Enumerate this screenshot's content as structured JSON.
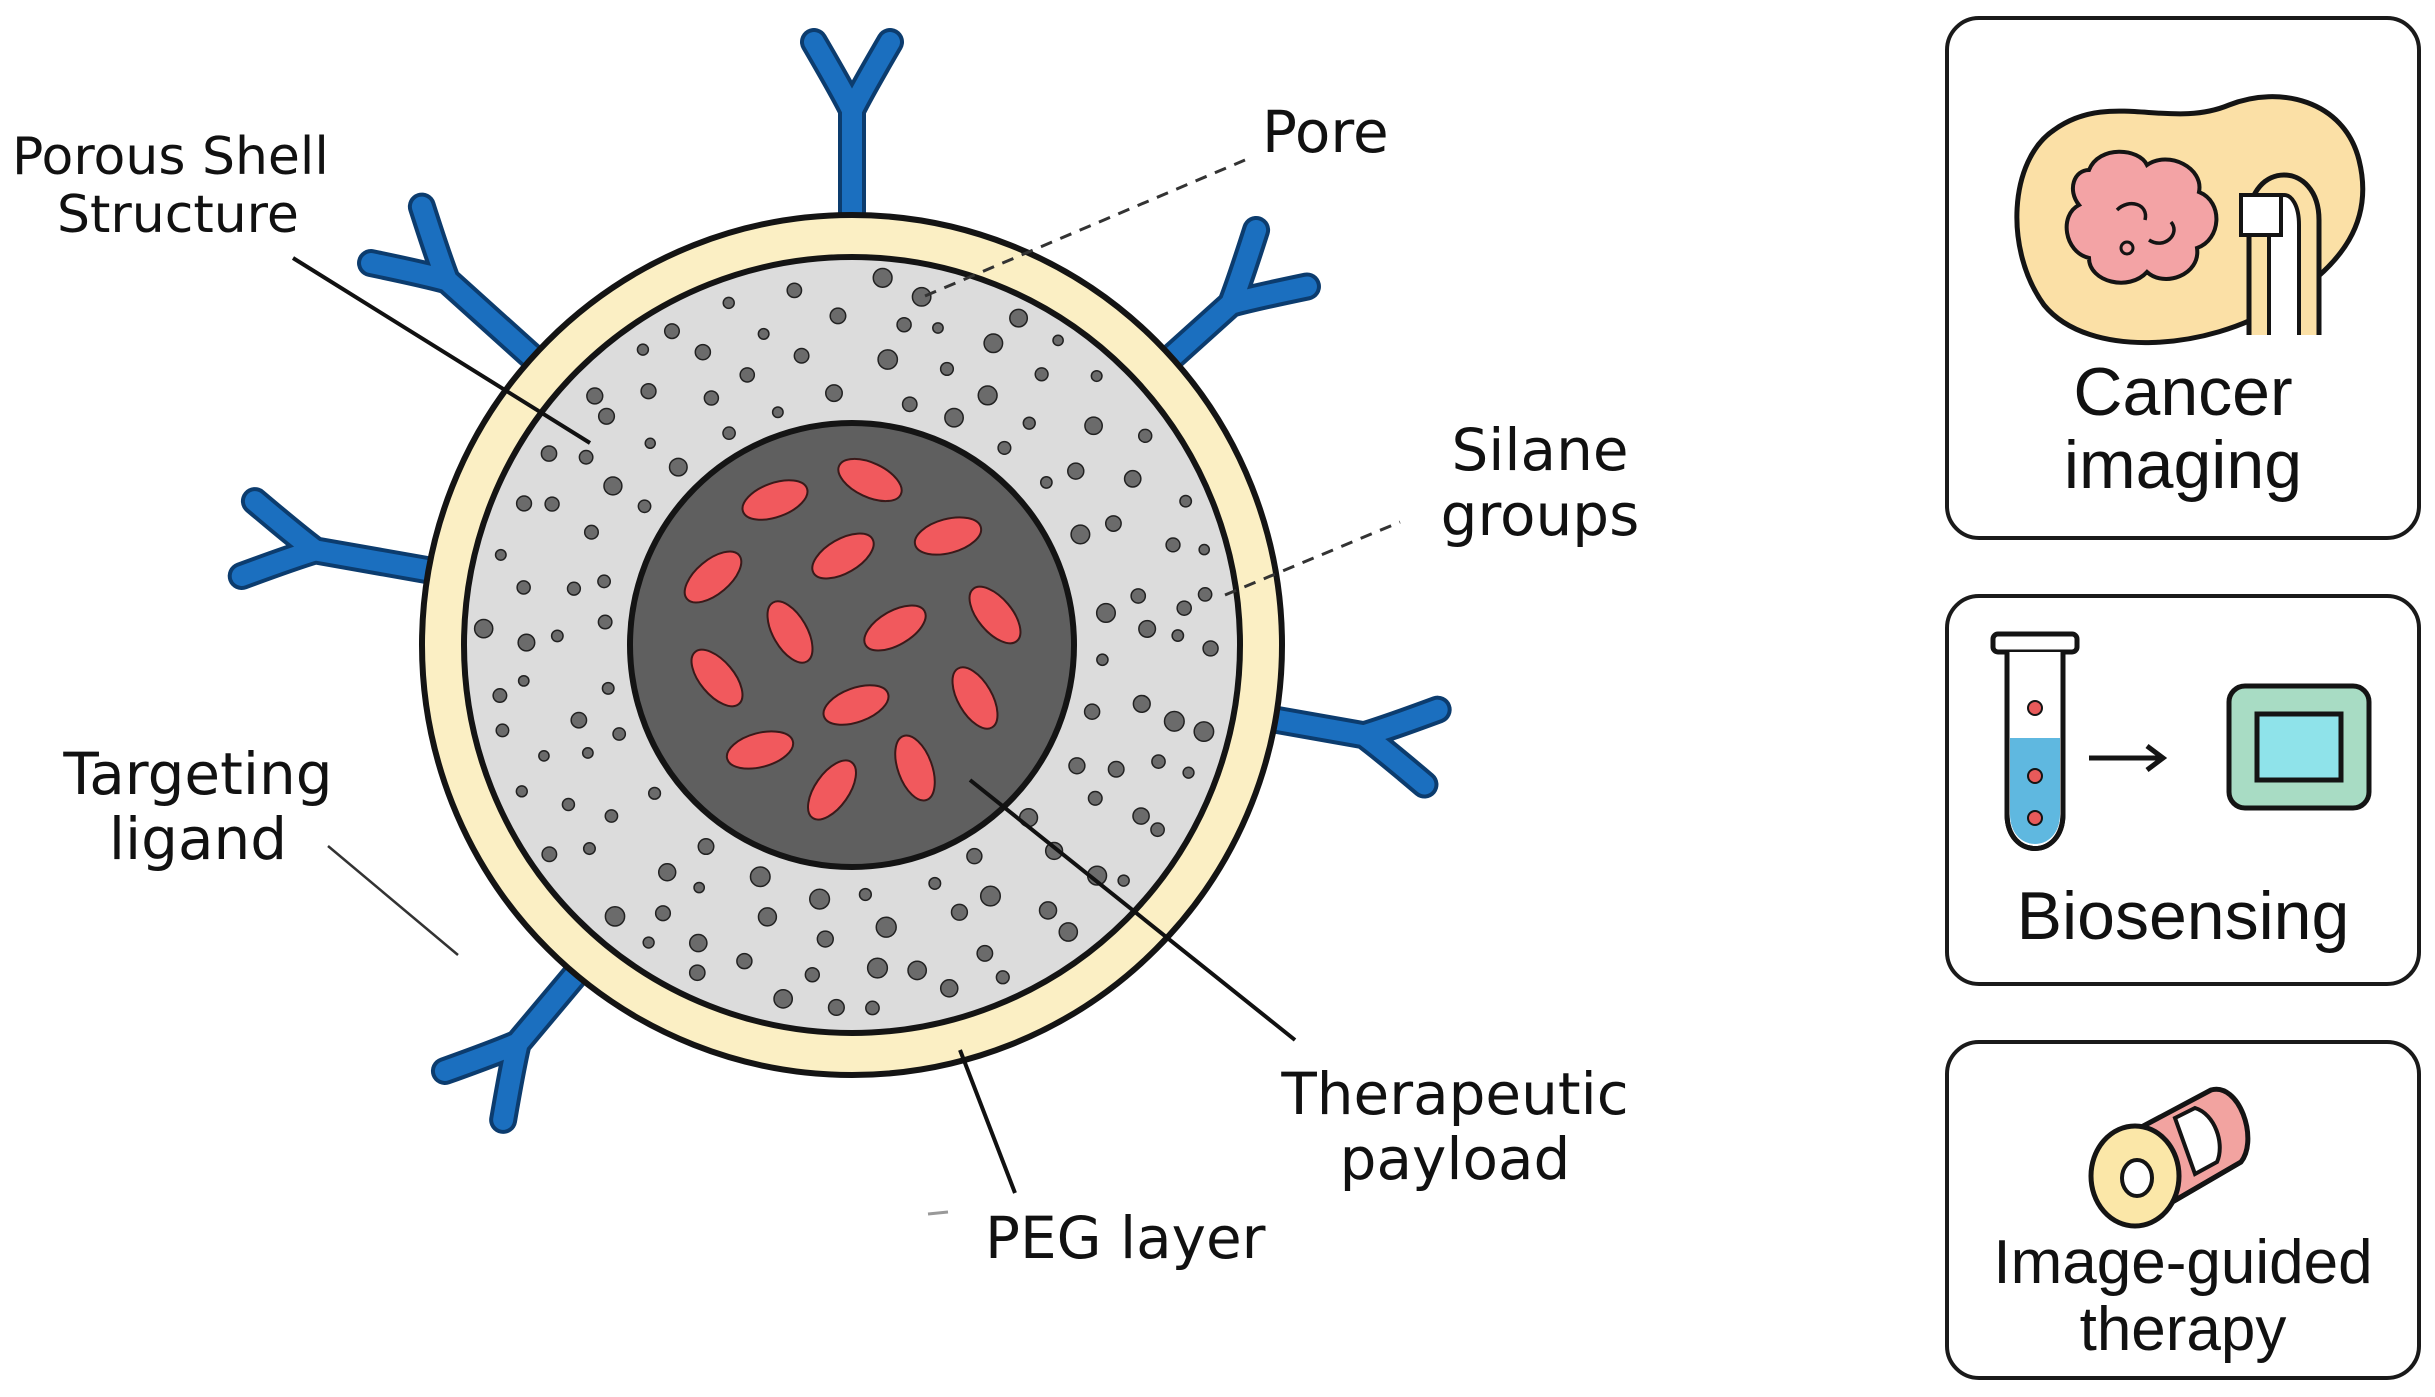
{
  "labels": {
    "porous_shell": [
      "Porous Shell",
      "Structure"
    ],
    "pore": "Pore",
    "silane": [
      "Silane",
      "groups"
    ],
    "targeting": [
      "Targeting",
      "ligand"
    ],
    "therapeutic": [
      "Therapeutic",
      "payload"
    ],
    "peg": "PEG layer"
  },
  "applications": [
    {
      "title": [
        "Cancer",
        "imaging"
      ]
    },
    {
      "title": [
        "Biosensing"
      ]
    },
    {
      "title": [
        "Image-guided",
        "therapy"
      ]
    }
  ],
  "colors": {
    "peg_layer": "#fbefc4",
    "shell": "#dcdcdc",
    "core": "#5f5f5f",
    "payload": "#f1595d",
    "ligand": "#1b6fbf",
    "pore": "#6b6b6b"
  }
}
